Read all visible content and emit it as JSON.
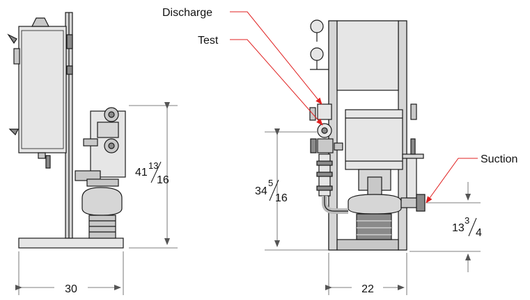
{
  "callouts": {
    "discharge": "Discharge",
    "test": "Test",
    "suction": "Suction"
  },
  "dimensions": {
    "left_height": {
      "whole": "41",
      "num": "13",
      "den": "16"
    },
    "left_width": "30",
    "right_height": {
      "whole": "34",
      "num": "5",
      "den": "16"
    },
    "right_width": "22",
    "suction_height": {
      "whole": "13",
      "num": "3",
      "den": "4"
    }
  },
  "colors": {
    "line": "#1a1a1a",
    "dim": "#555555",
    "callout": "#e02020",
    "fill_light": "#e6e6e6",
    "fill_mid": "#c8c8c8",
    "fill_dark": "#8a8a8a"
  }
}
